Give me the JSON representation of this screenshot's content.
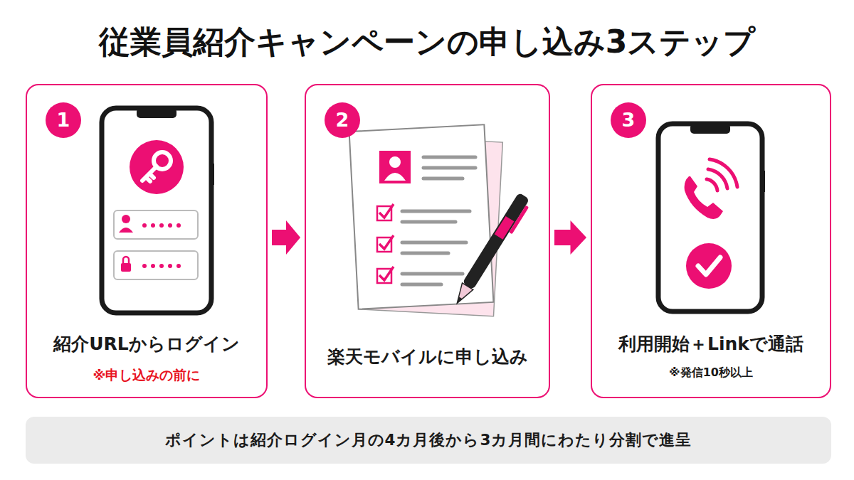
{
  "diagram": {
    "title": "従業員紹介キャンペーンの申し込み3ステップ",
    "nodes": [
      {
        "text": [
          "紹介URLからログイン",
          "※申し込みの前に"
        ]
      },
      {
        "text": [
          "1"
        ],
        "in": 0
      },
      {
        "text": [
          "楽天モバイルに申し込み"
        ]
      },
      {
        "text": [
          "2"
        ],
        "in": 2
      },
      {
        "text": [
          "利用開始＋Linkで通話",
          "※発信10秒以上"
        ]
      },
      {
        "text": [
          "3"
        ],
        "in": 4
      },
      {
        "text": [
          "ポイントは紹介ログイン月の4カ月後から3カ月間にわたり分割で進呈"
        ]
      }
    ],
    "edges": [
      {
        "from": 0,
        "to": 2,
        "arrow": "to"
      },
      {
        "from": 2,
        "to": 4,
        "arrow": "to"
      }
    ]
  }
}
